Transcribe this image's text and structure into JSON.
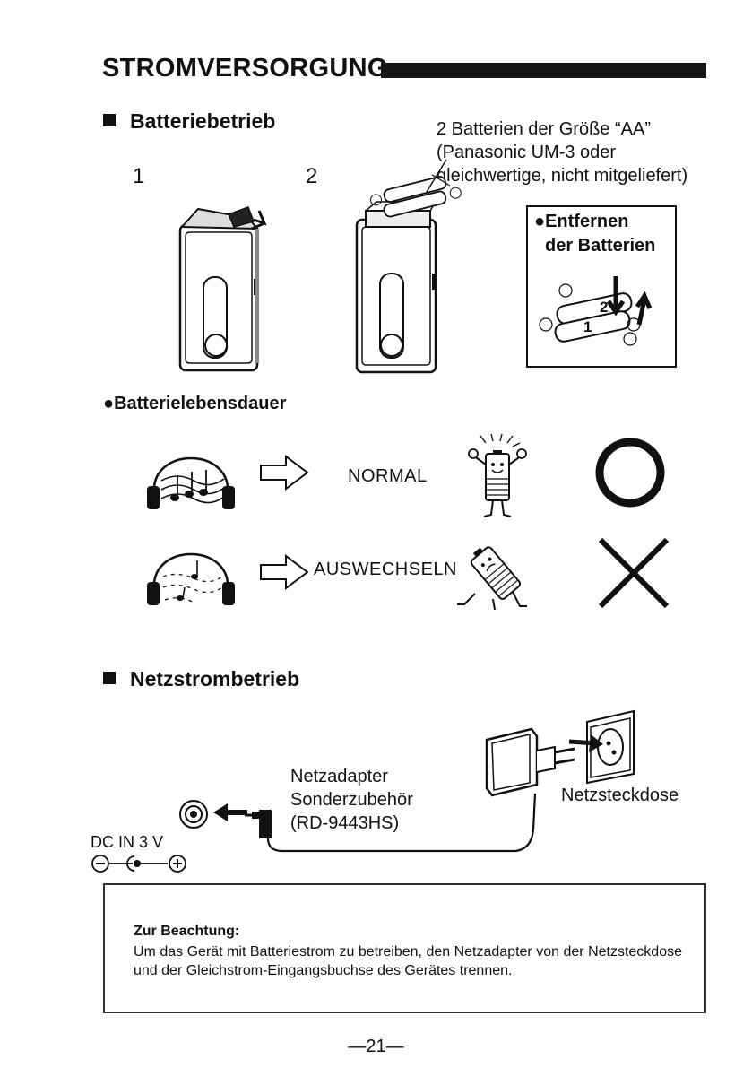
{
  "title": "STROMVERSORGUNG",
  "battery_section": {
    "heading": "Batteriebetrieb",
    "step1": "1",
    "step2": "2",
    "spec_lines": [
      "2 Batterien der Größe “AA”",
      "(Panasonic UM-3 oder",
      "gleichwertige, nicht mitgeliefert)"
    ],
    "removal_lines": [
      "●Entfernen",
      "der Batterien"
    ],
    "removal_order": [
      "2",
      "1"
    ]
  },
  "battery_life": {
    "heading": "●Batterielebensdauer",
    "normal_label": "NORMAL",
    "replace_label": "AUSWECHSELN"
  },
  "mains_section": {
    "heading": "Netzstrombetrieb",
    "adapter_lines": [
      "Netzadapter",
      "Sonderzubehör",
      "(RD-9443HS)"
    ],
    "socket_label": "Netzsteckdose",
    "dc_label": "DC IN 3 V"
  },
  "note": {
    "title": "Zur Beachtung:",
    "body": "Um das Gerät mit Batteriestrom zu betreiben, den Netzadapter von der Netzsteckdose und der Gleichstrom-Eingangsbuchse des Gerätes trennen."
  },
  "page_number": "—21—"
}
